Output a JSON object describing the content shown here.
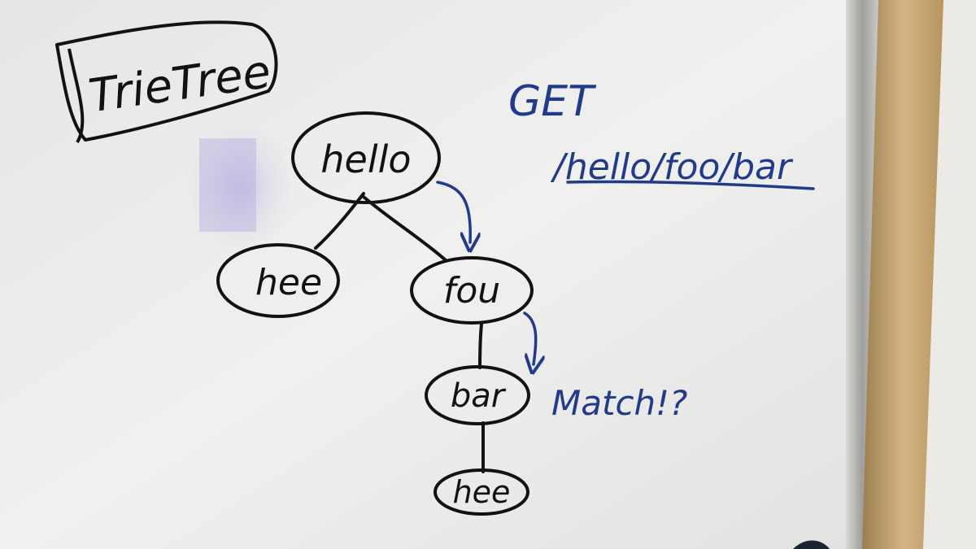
{
  "whiteboard": {
    "title": "TrieTree",
    "request": {
      "method": "GET",
      "path": "/hello/foo/bar"
    },
    "nodes": {
      "root": "hello",
      "left_child": "hee",
      "right_child": "fou",
      "grandchild": "bar",
      "leaf": "hee"
    },
    "result": "Match!?",
    "colors": {
      "black_ink": "#121212",
      "blue_ink": "#1f3a8f",
      "board": "#e9e9e7",
      "frame": "#b9b9b6",
      "wall": "#ecebe6",
      "wood": "#c8aa78"
    }
  }
}
